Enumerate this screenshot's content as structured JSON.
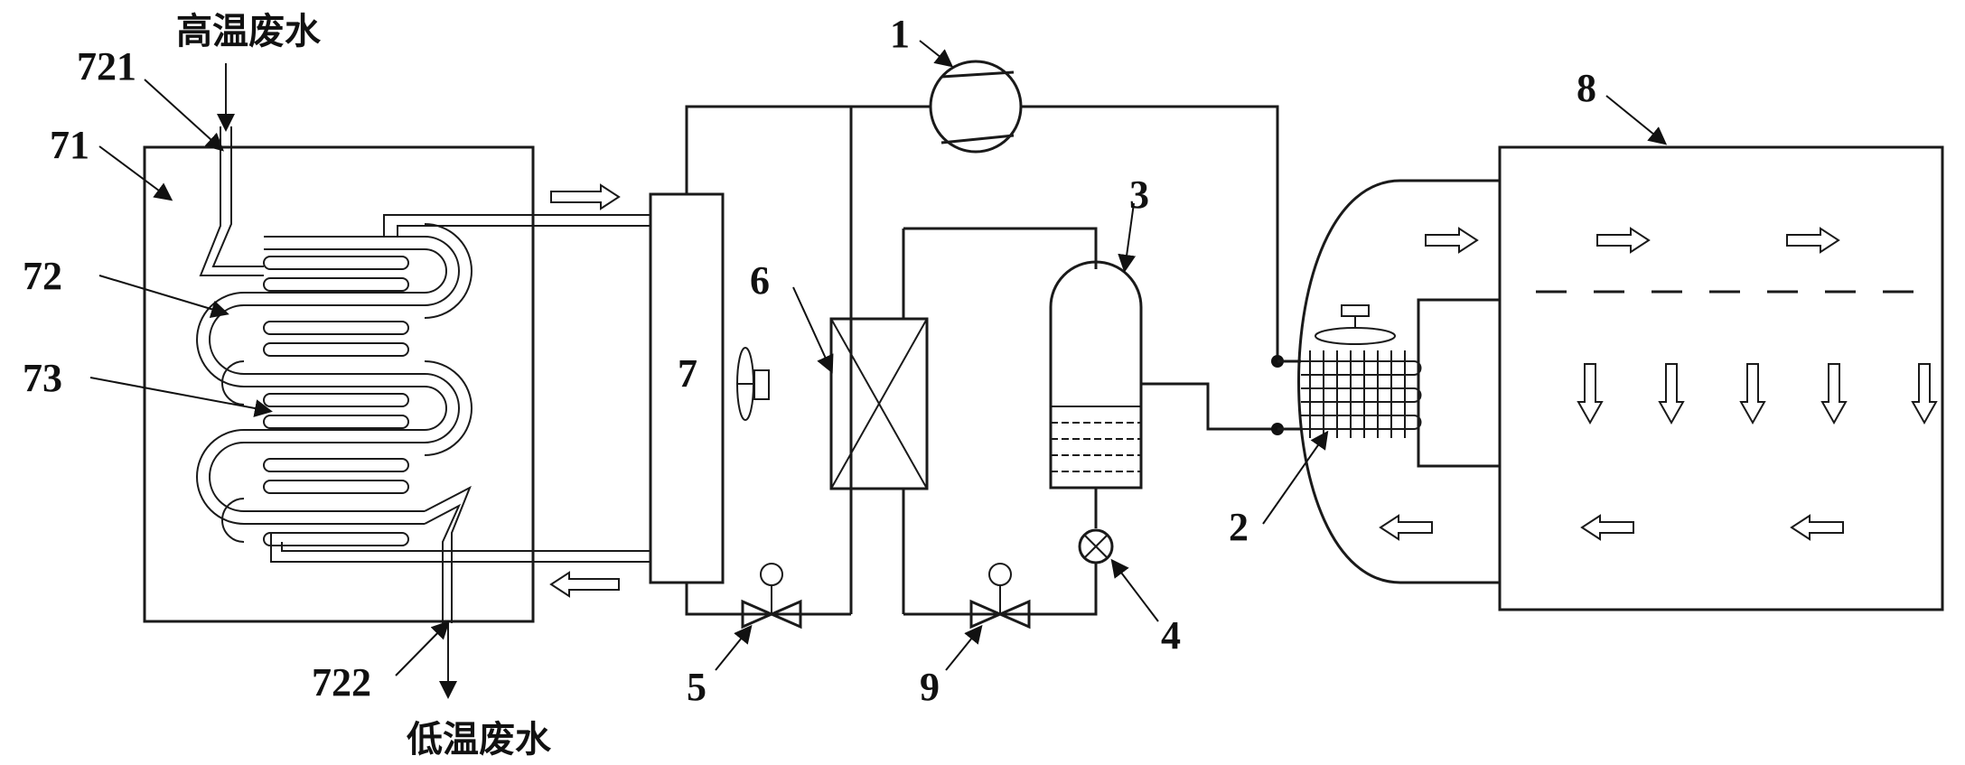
{
  "labels": {
    "compressor": "1",
    "evaporator": "2",
    "receiver": "3",
    "expansion_valve": "4",
    "valve_5": "5",
    "heat_exchanger_6": "6",
    "condenser": "7",
    "tank": "71",
    "coil": "72",
    "fins": "73",
    "inlet": "721",
    "outlet": "722",
    "chamber": "8",
    "valve_9": "9"
  },
  "texts": {
    "hot_water": "高温废水",
    "cold_water": "低温废水"
  }
}
